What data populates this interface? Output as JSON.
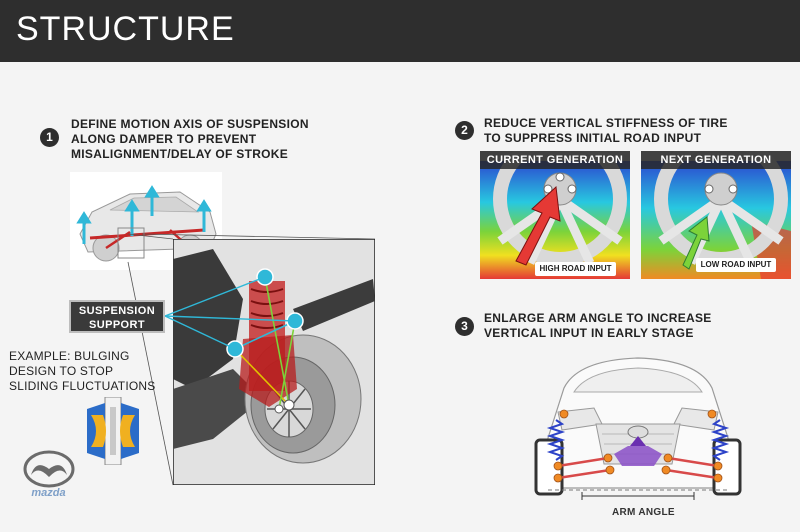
{
  "header": {
    "title": "STRUCTURE"
  },
  "steps": [
    {
      "number": "1",
      "text": "DEFINE MOTION AXIS OF SUSPENSION\nALONG DAMPER TO PREVENT\nMISALIGNMENT/DELAY OF STROKE"
    },
    {
      "number": "2",
      "text": "REDUCE VERTICAL STIFFNESS OF TIRE\nTO SUPPRESS INITIAL ROAD INPUT"
    },
    {
      "number": "3",
      "text": "ENLARGE ARM ANGLE TO INCREASE\nVERTICAL INPUT IN EARLY STAGE"
    }
  ],
  "suspension_support": {
    "label": "SUSPENSION\nSUPPORT"
  },
  "example": {
    "text": "EXAMPLE: BULGING\nDESIGN TO STOP\nSLIDING FLUCTUATIONS"
  },
  "tire_comparison": {
    "current": {
      "title": "CURRENT GENERATION",
      "input_label": "HIGH ROAD INPUT"
    },
    "next": {
      "title": "NEXT GENERATION",
      "input_label": "LOW ROAD INPUT"
    }
  },
  "arm_angle": {
    "label": "ARM ANGLE"
  },
  "brand": {
    "name": "mazda",
    "logo_icon": "mazda-logo-icon"
  },
  "colors": {
    "header_bg": "#2e2e2e",
    "accent_cyan": "#2fb8d8",
    "damper_red": "#c62828",
    "arrow_red": "#e53935",
    "arrow_green": "#7cd33a",
    "joint_orange": "#f08a24",
    "spring_blue": "#2d43c8",
    "logo_blue": "#7fa0c8"
  }
}
